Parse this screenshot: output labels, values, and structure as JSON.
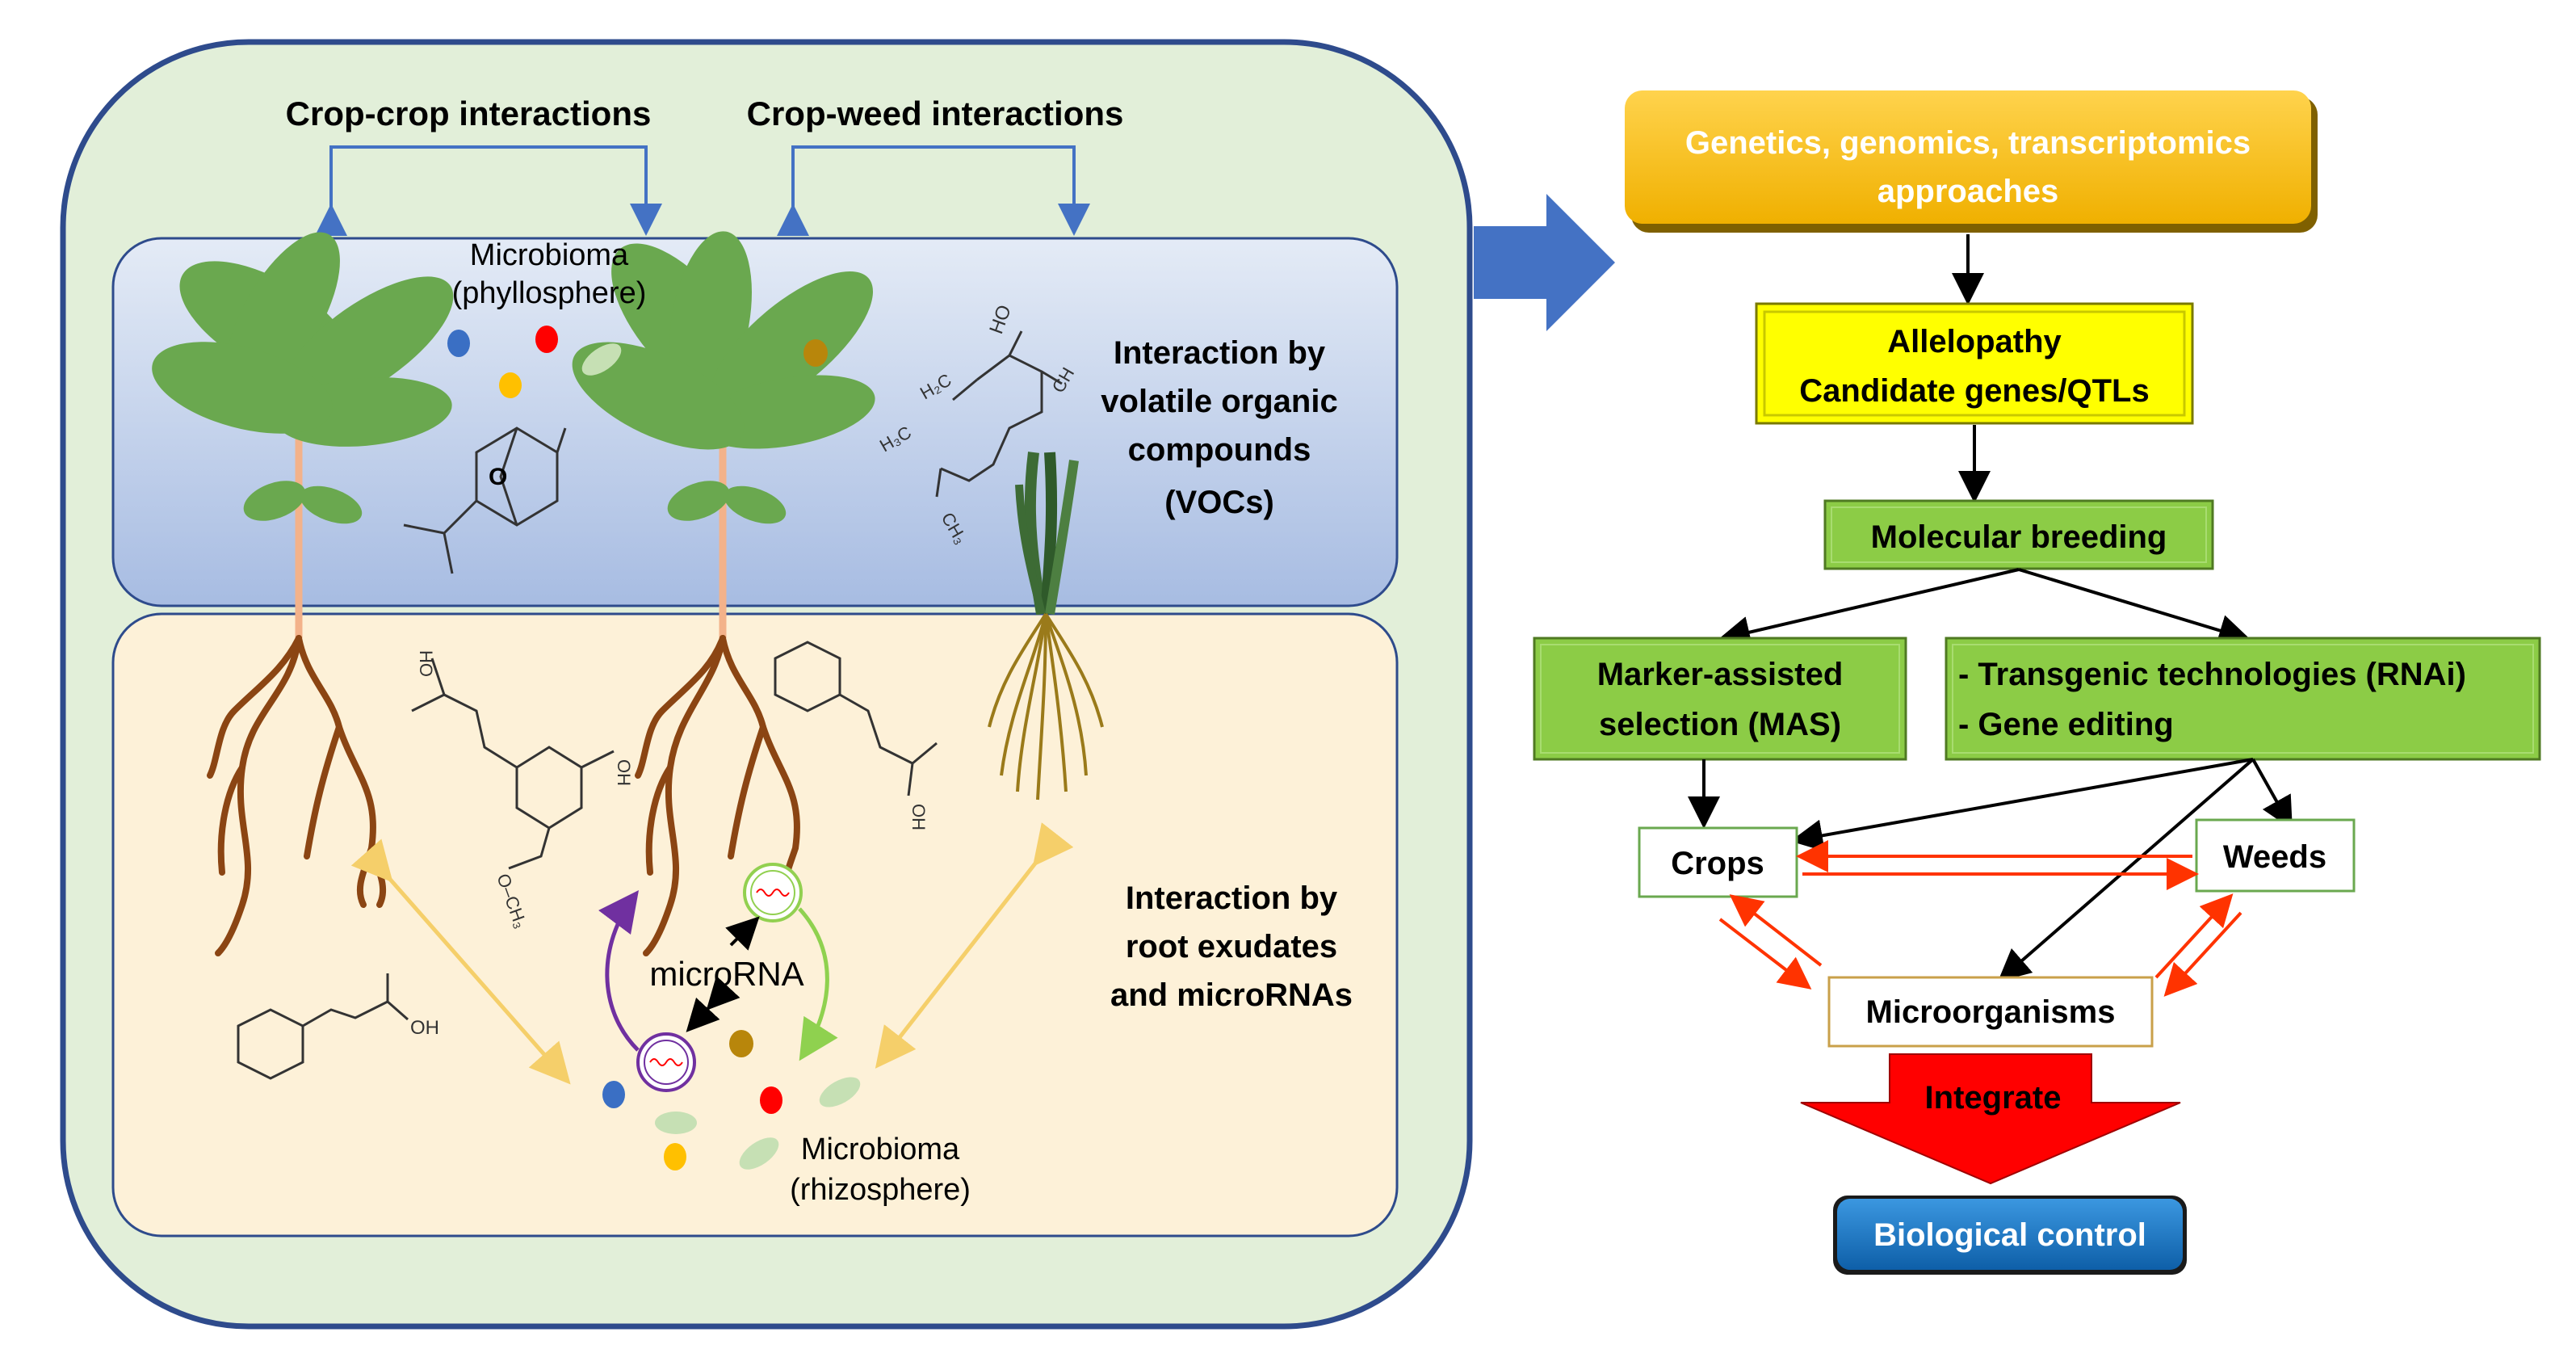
{
  "left_panel": {
    "top_labels": {
      "crop_crop": "Crop-crop  interactions",
      "crop_weed": "Crop-weed  interactions"
    },
    "microbioma_phyllo": [
      "Microbioma",
      "(phyllosphere)"
    ],
    "voc_text": [
      "Interaction by",
      "volatile organic",
      "compounds",
      "(VOCs)"
    ],
    "root_text": [
      "Interaction by",
      "root exudates",
      "and microRNAs"
    ],
    "microrna_label": "microRNA",
    "microbioma_rhizo": [
      "Microbioma",
      "(rhizosphere)"
    ],
    "chem_labels": {
      "ho_top": "HO",
      "ch3_top": "CH",
      "h2c": "H₂C",
      "h3c": "H₃C",
      "ch3_bottom": "CH₃",
      "ho_ferulic": "HO",
      "oh_ferulic": "OH",
      "och3": "O–CH₃",
      "oh_cinnamic_mid": "OH",
      "oh_cinnamic_bottom": "OH"
    }
  },
  "flowchart": {
    "genetics": [
      "Genetics, genomics, transcriptomics",
      "approaches"
    ],
    "allelopathy": [
      "Allelopathy",
      "Candidate genes/QTLs"
    ],
    "molecular": "Molecular breeding",
    "mas": [
      "Marker-assisted",
      "selection (MAS)"
    ],
    "transgenic": [
      "- Transgenic  technologies  (RNAi)",
      "- Gene editing"
    ],
    "crops": "Crops",
    "weeds": "Weeds",
    "microorganisms": "Microorganisms",
    "integrate": "Integrate",
    "biocontrol": "Biological control"
  },
  "colors": {
    "outer_fill": "#e2efd9",
    "outer_stroke": "#2e4b8c",
    "sky_top": "#dde6f3",
    "sky_bottom": "#a9bce0",
    "soil": "#fdf1d8",
    "leaf": "#6aa84f",
    "root": "#8b4513",
    "green_box": "#8ccc46",
    "yellow_box": "#ffff00",
    "orange_box": "#ffc000",
    "blue_box": "#1f78c8",
    "red_arrow": "#ff0000",
    "blue_arrow": "#4472c4"
  }
}
